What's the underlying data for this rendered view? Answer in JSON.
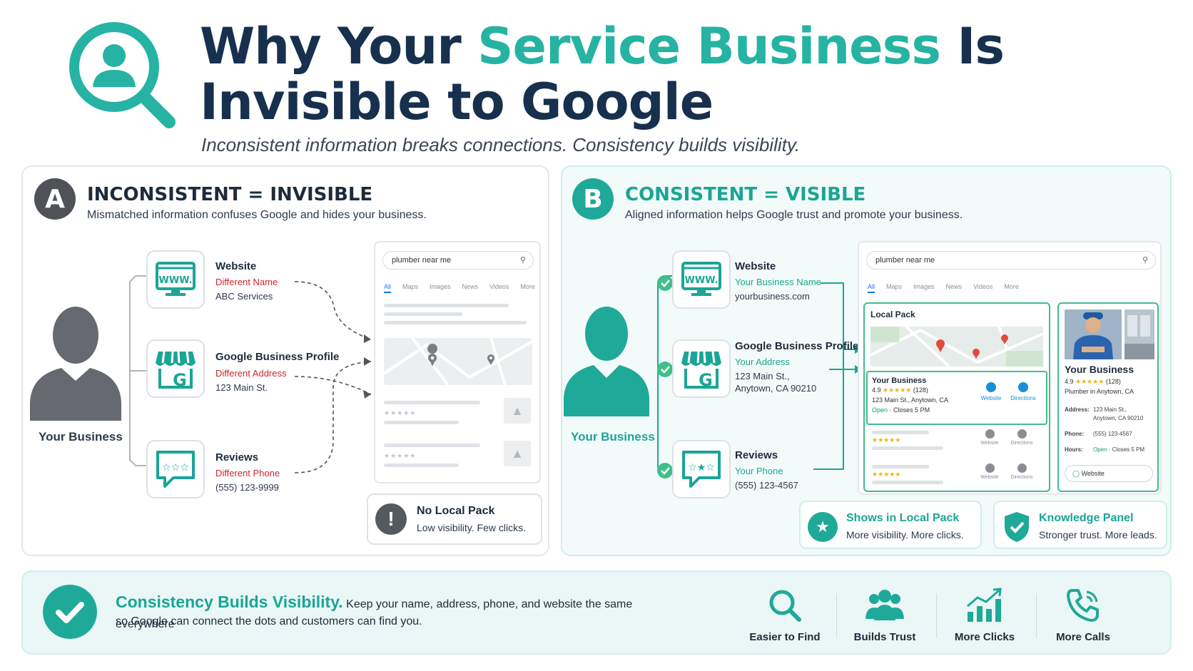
{
  "header": {
    "title_part1": "Why Your ",
    "title_accent": "Service Business",
    "title_part2": " Is",
    "title_line2": "Invisible to Google",
    "subtitle": "Inconsistent information breaks connections. Consistency builds visibility."
  },
  "panel_a": {
    "badge": "A",
    "heading": "INCONSISTENT = INVISIBLE",
    "description": "Mismatched information confuses Google and hides your business.",
    "person_label": "Your Business",
    "items": [
      {
        "title": "Website",
        "status": "Different Name",
        "detail": "ABC Services"
      },
      {
        "title": "Google Business Profile",
        "status": "Different Address",
        "detail": "123 Main St."
      },
      {
        "title": "Reviews",
        "status": "Different Phone",
        "detail": "(555) 123-9999"
      }
    ],
    "search_query": "plumber near me",
    "tabs": [
      "All",
      "Maps",
      "Images",
      "News",
      "Videos",
      "More"
    ],
    "callout_title": "No Local Pack",
    "callout_text": "Low visibility. Few clicks."
  },
  "panel_b": {
    "badge": "B",
    "heading": "CONSISTENT = VISIBLE",
    "description": "Aligned information helps Google trust and promote your business.",
    "person_label": "Your Business",
    "items": [
      {
        "title": "Website",
        "status": "Your Business Name",
        "detail": "yourbusiness.com"
      },
      {
        "title": "Google Business Profile",
        "status": "Your Address",
        "detail_line1": "123 Main St.,",
        "detail_line2": "Anytown, CA 90210"
      },
      {
        "title": "Reviews",
        "status": "Your Phone",
        "detail": "(555) 123-4567"
      }
    ],
    "search_query": "plumber near me",
    "tabs": [
      "All",
      "Maps",
      "Images",
      "News",
      "Videos",
      "More"
    ],
    "local_pack": {
      "label": "Local Pack",
      "business_name": "Your Business",
      "rating": "4.9",
      "stars": "★★★★★",
      "reviews": "(128)",
      "address": "123 Main St., Anytown, CA",
      "open": "Open",
      "closes": "· Closes 5 PM",
      "website_btn": "Website",
      "directions_btn": "Directions"
    },
    "knowledge_panel": {
      "business_name": "Your Business",
      "rating": "4.9",
      "stars": "★★★★★",
      "reviews": "(128)",
      "category": "Plumber in Anytown, CA",
      "address_label": "Address:",
      "address_line1": "123 Main St.,",
      "address_line2": "Anytown, CA 90210",
      "phone_label": "Phone:",
      "phone": "(555) 123-4567",
      "hours_label": "Hours:",
      "open": "Open",
      "closes": "· Closes 5 PM",
      "website_btn": "Website"
    },
    "callouts": [
      {
        "title": "Shows in Local Pack",
        "text": "More visibility. More clicks."
      },
      {
        "title": "Knowledge Panel",
        "text": "Stronger trust. More leads."
      }
    ]
  },
  "footer": {
    "heading": "Consistency Builds Visibility.",
    "text_line1": "Keep your name, address, phone, and website the same everywhere",
    "text_line2": "so Google can connect the dots and customers can find you.",
    "benefits": [
      "Easier to Find",
      "Builds Trust",
      "More Clicks",
      "More Calls"
    ]
  },
  "colors": {
    "teal": "#26b3a3",
    "navy": "#16304d",
    "red": "#c8282d",
    "gray": "#666a70"
  }
}
